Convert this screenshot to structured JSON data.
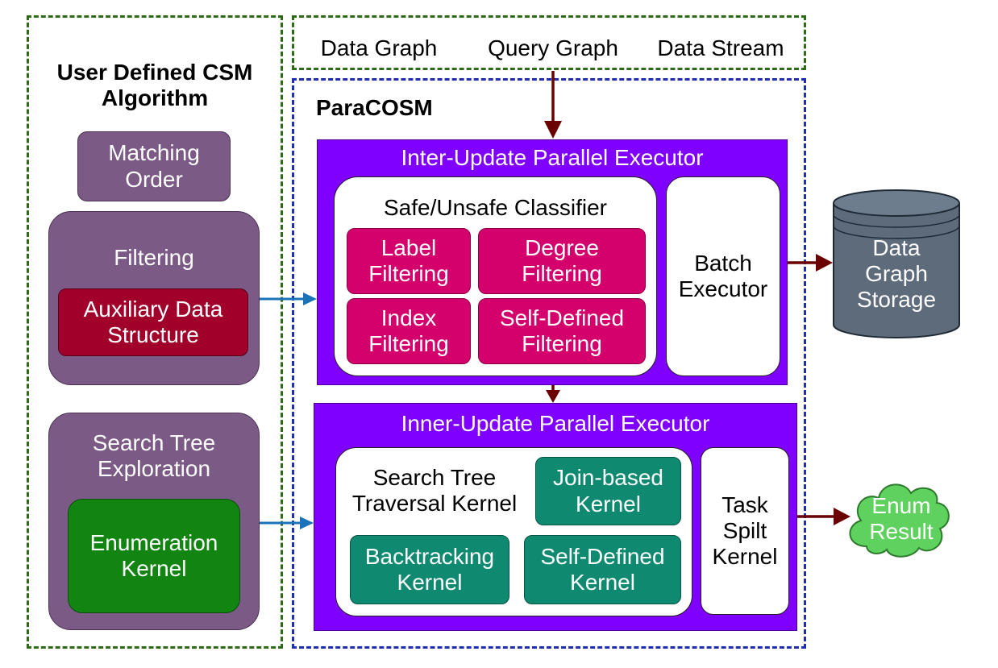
{
  "left_panel": {
    "title_line1": "User Defined CSM",
    "title_line2": "Algorithm",
    "matching_order": [
      "Matching",
      "Order"
    ],
    "filtering": "Filtering",
    "aux_data": [
      "Auxiliary Data",
      "Structure"
    ],
    "search_tree": [
      "Search Tree",
      "Exploration"
    ],
    "enum_kernel": [
      "Enumeration",
      "Kernel"
    ]
  },
  "inputs": {
    "data_graph": "Data Graph",
    "query_graph": "Query Graph",
    "data_stream": "Data Stream"
  },
  "paracosm": {
    "title": "ParaCOSM",
    "inter_update": {
      "title": "Inter-Update Parallel Executor",
      "classifier": "Safe/Unsafe Classifier",
      "label_filtering": [
        "Label",
        "Filtering"
      ],
      "degree_filtering": [
        "Degree",
        "Filtering"
      ],
      "index_filtering": [
        "Index",
        "Filtering"
      ],
      "self_defined_filtering": [
        "Self-Defined",
        "Filtering"
      ],
      "batch_executor": [
        "Batch",
        "Executor"
      ]
    },
    "inner_update": {
      "title": "Inner-Update Parallel Executor",
      "traversal_kernel": [
        "Search Tree",
        "Traversal Kernel"
      ],
      "join_kernel": [
        "Join-based",
        "Kernel"
      ],
      "backtracking_kernel": [
        "Backtracking",
        "Kernel"
      ],
      "self_defined_kernel": [
        "Self-Defined",
        "Kernel"
      ],
      "task_split": [
        "Task",
        "Spilt",
        "Kernel"
      ]
    }
  },
  "outputs": {
    "storage": [
      "Data",
      "Graph",
      "Storage"
    ],
    "enum_result": [
      "Enum",
      "Result"
    ]
  },
  "colors": {
    "green_dash": "#2f6b17",
    "blue_dash": "#1f2fb0",
    "violet": "#7f00ff",
    "pink": "#d4006b",
    "teal": "#0f8a70",
    "purple": "#7b5a86",
    "dark_red_arrow": "#6b0000",
    "blue_arrow": "#1a73b8"
  }
}
